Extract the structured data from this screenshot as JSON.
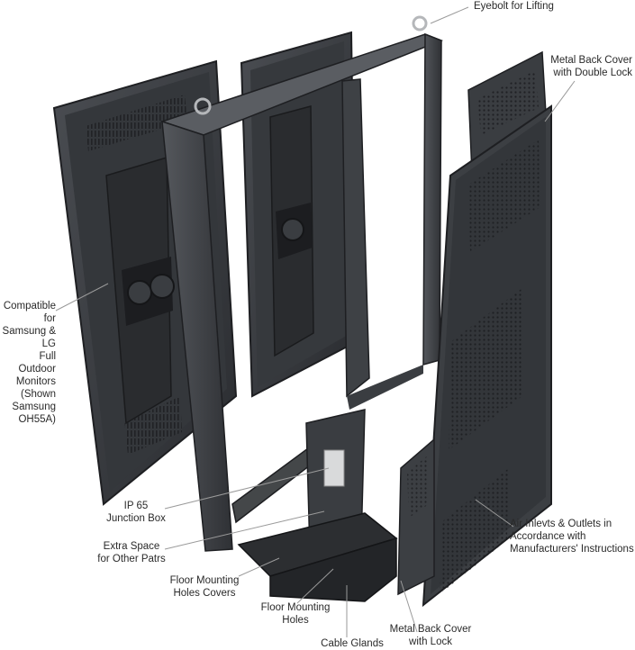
{
  "labels": {
    "eyebolt": "Eyebolt for Lifting",
    "back_cover_double_lock": "Metal Back Cover\nwith Double Lock",
    "compatible": "Compatible for\nSamsung & LG\nFull Outdoor\nMonitors\n(Shown\nSamsung\nOH55A)",
    "ip65": "IP 65\nJunction Box",
    "extra_space": "Extra Space\nfor Other Patrs",
    "floor_holes_covers": "Floor Mounting\nHoles Covers",
    "floor_holes": "Floor Mounting\nHoles",
    "cable_glands": "Cable Glands",
    "back_cover_lock": "Metal Back Cover\nwith Lock",
    "air_inlets": "Air Inlevts & Outlets in\nAccordance with\nManufacturers' Instructions"
  },
  "colors": {
    "metal_dark": "#2e3034",
    "metal_mid": "#45484d",
    "metal_light": "#6b6e73",
    "leader": "#9a9a9a"
  }
}
